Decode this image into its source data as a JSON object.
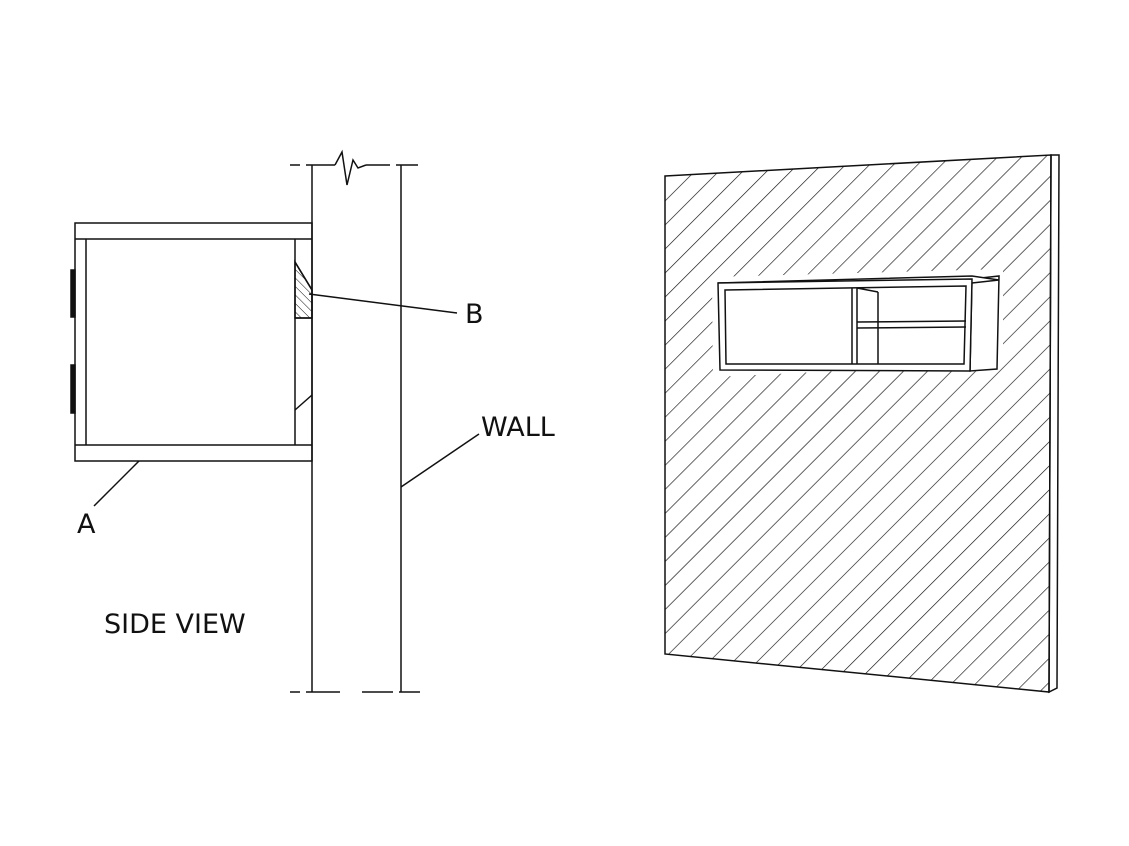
{
  "labels": {
    "a": "A",
    "b": "B",
    "wall": "WALL",
    "side_view": "SIDE VIEW"
  },
  "colors": {
    "line": "#111111",
    "background": "#ffffff"
  }
}
